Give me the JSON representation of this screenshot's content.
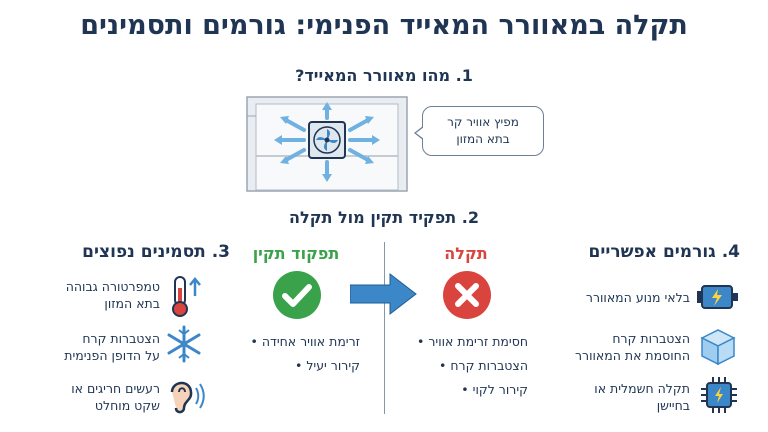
{
  "title": "תקלה במאוורר המאייד הפנימי: גורמים ותסמינים",
  "section1": {
    "heading": "1. מהו מאוורר המאייד?",
    "bubble_line1": "מפיץ אוויר קר",
    "bubble_line2": "בתא המזון"
  },
  "section2": {
    "heading": "2. תפקיד תקין מול תקלה",
    "normal_label": "תפקוד תקין",
    "normal_items": [
      "זרימת אוויר אחידה",
      "קירור יעיל"
    ],
    "fault_label": "תקלה",
    "fault_items": [
      "חסימת זרימת אוויר",
      "הצטברות קרח",
      "קירור לקוי"
    ]
  },
  "section3": {
    "heading": "3. תסמינים נפוצים",
    "items": [
      {
        "line1": "טמפרטורה גבוהה",
        "line2": "בתא המזון",
        "icon": "thermometer-up-icon"
      },
      {
        "line1": "הצטברות קרח",
        "line2": "על הדופן הפנימית",
        "icon": "snowflake-icon"
      },
      {
        "line1": "רעשים חריגים או",
        "line2": "שקט מוחלט",
        "icon": "ear-sound-icon"
      }
    ]
  },
  "section4": {
    "heading": "4. גורמים אפשריים",
    "items": [
      {
        "line1": "בלאי מנוע המאוורר",
        "line2": "",
        "icon": "motor-icon"
      },
      {
        "line1": "הצטברות קרח",
        "line2": "החוסמת את המאוורר",
        "icon": "ice-cube-icon"
      },
      {
        "line1": "תקלה חשמלית או",
        "line2": "בחיישן",
        "icon": "circuit-chip-icon"
      }
    ]
  },
  "colors": {
    "navy": "#1f3553",
    "green": "#3aa24a",
    "red": "#d9453e",
    "blue": "#3b87c8"
  }
}
